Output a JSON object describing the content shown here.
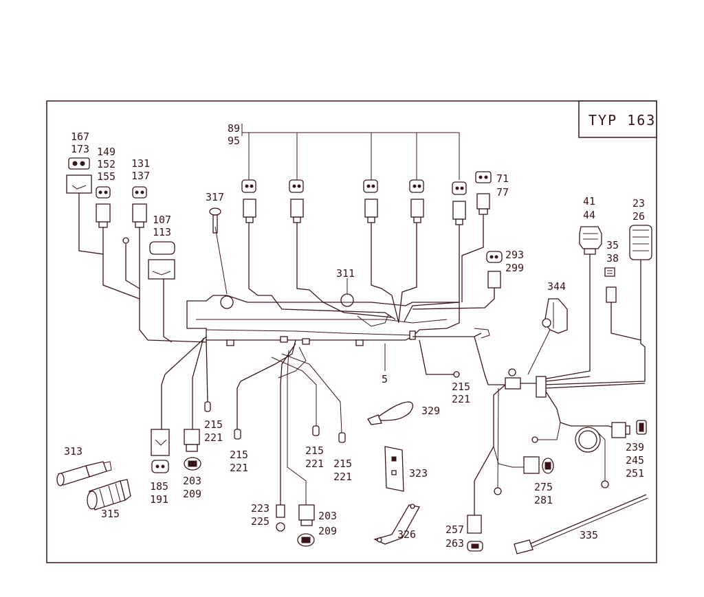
{
  "title_box": "TYP 163",
  "labels": {
    "l89": "89",
    "l95": "95",
    "l71": "71",
    "l77": "77",
    "l167": "167",
    "l173": "173",
    "l149": "149",
    "l152": "152",
    "l155": "155",
    "l131": "131",
    "l137": "137",
    "l107": "107",
    "l113": "113",
    "l317": "317",
    "l311": "311",
    "l293": "293",
    "l299": "299",
    "l41": "41",
    "l44": "44",
    "l23": "23",
    "l26": "26",
    "l35": "35",
    "l38": "38",
    "l344": "344",
    "l5": "5",
    "l215a": "215",
    "l221a": "221",
    "l215b": "215",
    "l221b": "221",
    "l215c": "215",
    "l221c": "221",
    "l215d": "215",
    "l221d": "221",
    "l215e": "215",
    "l221e": "221",
    "l329": "329",
    "l323": "323",
    "l326": "326",
    "l313": "313",
    "l315": "315",
    "l185": "185",
    "l191": "191",
    "l203a": "203",
    "l209a": "209",
    "l223": "223",
    "l225": "225",
    "l203b": "203",
    "l209b": "209",
    "l257": "257",
    "l263": "263",
    "l275": "275",
    "l281": "281",
    "l239": "239",
    "l245": "245",
    "l251": "251",
    "l335": "335"
  }
}
